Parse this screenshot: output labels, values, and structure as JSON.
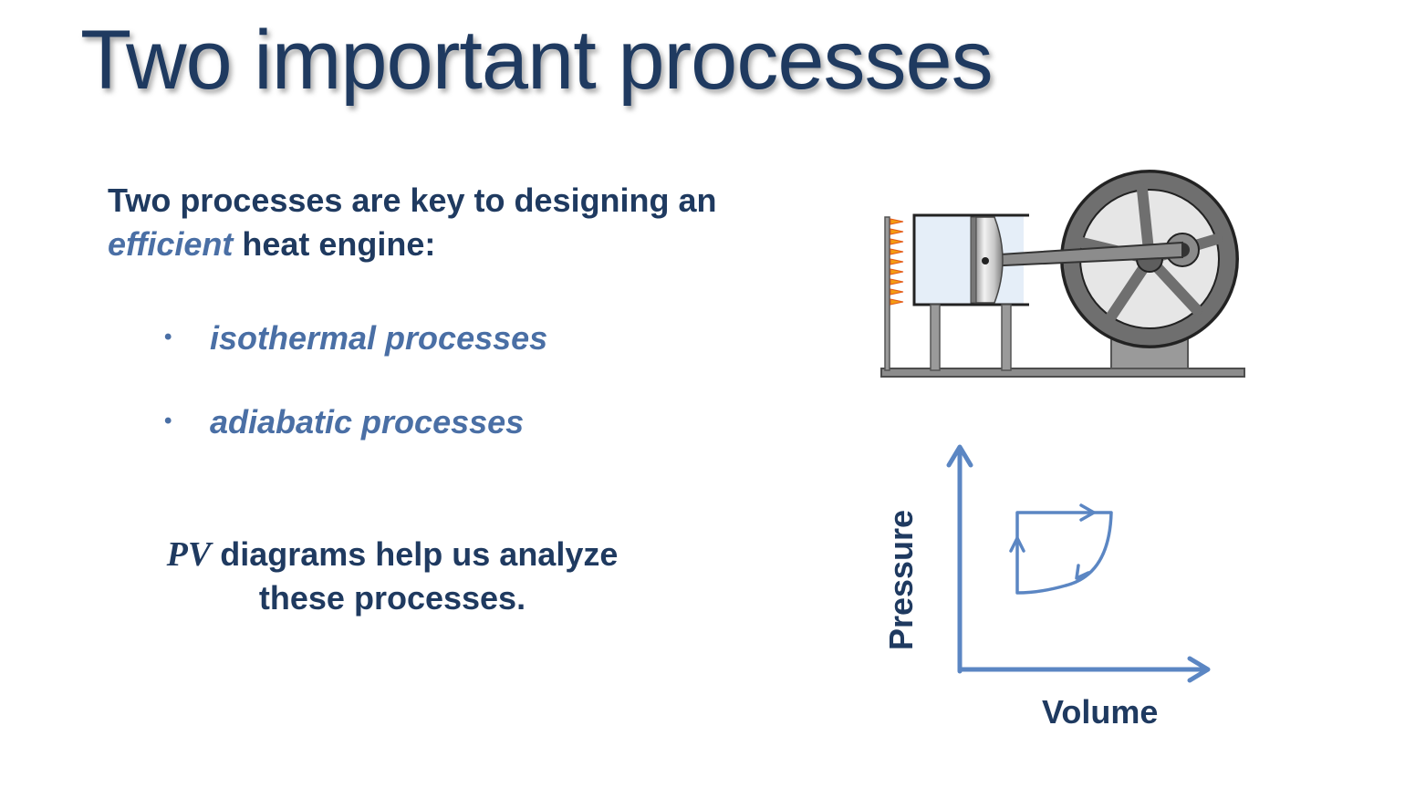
{
  "slide": {
    "title": "Two important processes",
    "intro": {
      "part1": "Two processes are key to designing an",
      "emphasis": "efficient",
      "part2": "heat engine:"
    },
    "bullets": [
      {
        "marker": "•",
        "text": "isothermal processes"
      },
      {
        "marker": "•",
        "text": "adiabatic processes"
      }
    ],
    "pv_note": {
      "math": "PV",
      "text": "diagrams help us analyze these processes."
    }
  },
  "pv_diagram": {
    "xlabel": "Volume",
    "ylabel": "Pressure"
  },
  "colors": {
    "title": "#1f3a60",
    "accent": "#4a6fa5",
    "diagram_blue": "#5b86c3",
    "engine_gray": "#6f6f6f"
  },
  "icons": {
    "engine": "heat-engine-illustration",
    "flames": "flame-icon"
  }
}
